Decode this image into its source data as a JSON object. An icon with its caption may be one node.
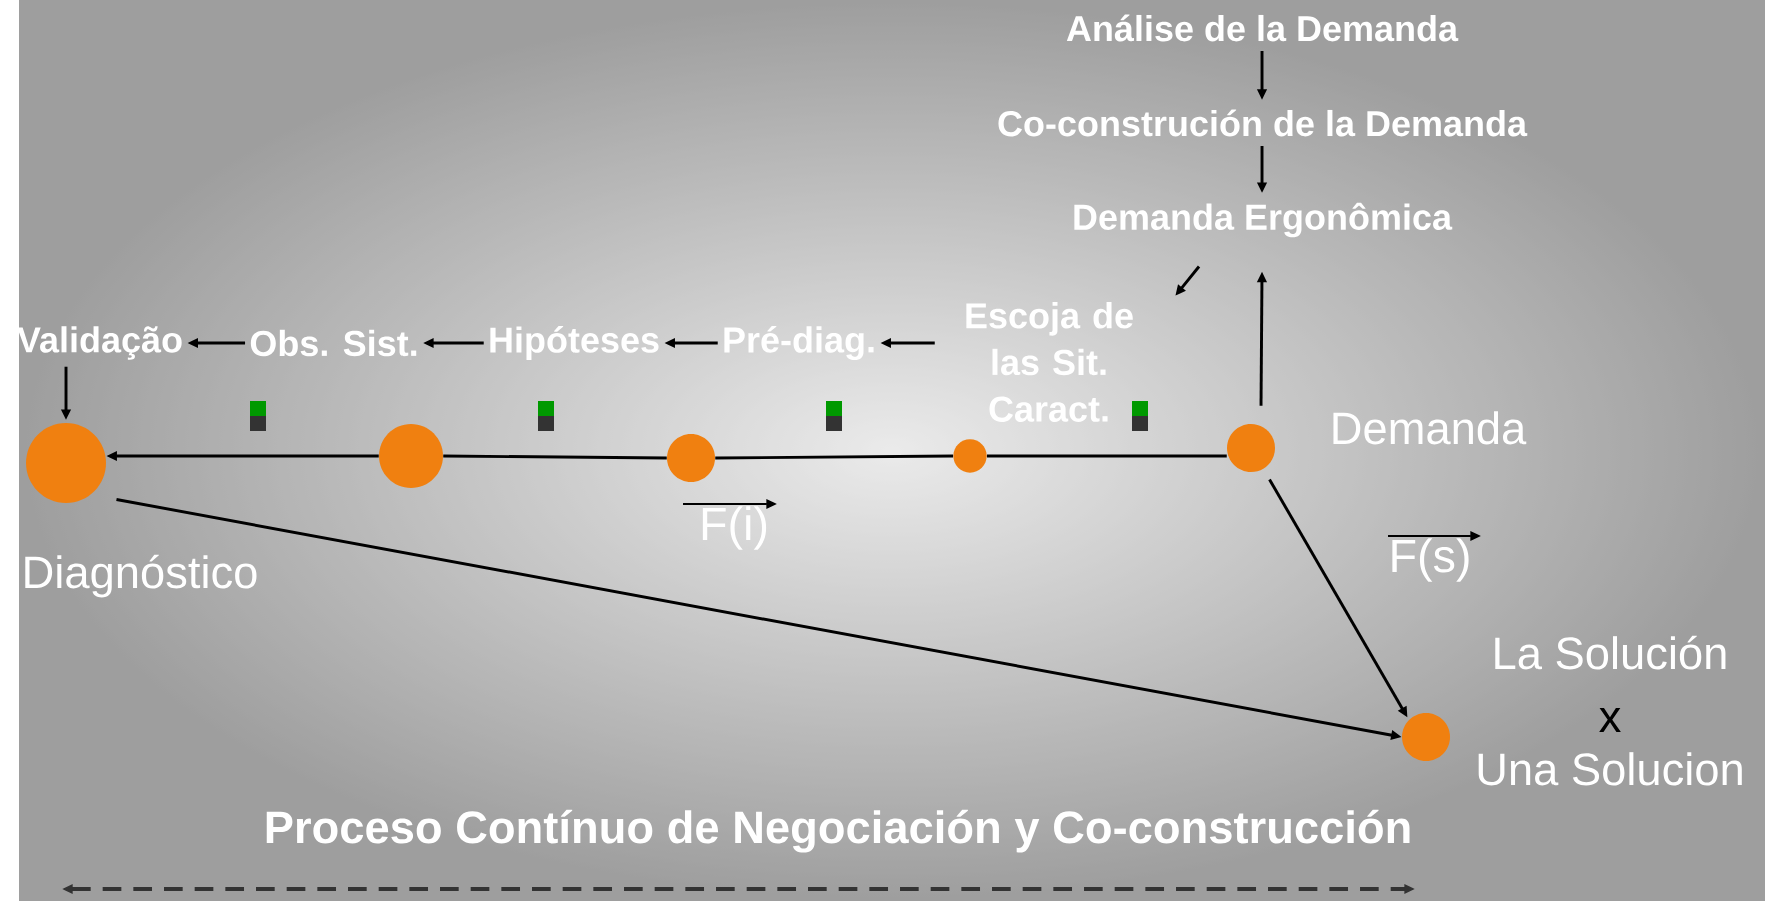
{
  "diagram": {
    "nodes": [
      {
        "text": [
          "Análise de la Demanda"
        ]
      },
      {
        "text": [
          "Co-construción de la Demanda"
        ]
      },
      {
        "text": [
          "Demanda Ergonômica"
        ]
      },
      {
        "text": [
          "Escoja de las Sit. Caract."
        ]
      },
      {
        "text": [
          "Pré-diag."
        ]
      },
      {
        "text": [
          "Hipóteses"
        ]
      },
      {
        "text": [
          "Obs. Sist."
        ]
      },
      {
        "text": [
          "Validação"
        ]
      },
      {
        "text": [],
        "shape": "circle",
        "beside": [
          "Diagnóstico"
        ]
      },
      {
        "text": [],
        "shape": "circle"
      },
      {
        "text": [],
        "shape": "circle"
      },
      {
        "text": [],
        "shape": "circle"
      },
      {
        "text": [],
        "shape": "circle",
        "beside": [
          "Demanda"
        ]
      },
      {
        "text": [],
        "shape": "circle",
        "beside": [
          "La Solución",
          "x",
          "Una Solucion"
        ]
      }
    ],
    "edges": [
      {
        "from": 0,
        "to": 1,
        "arrow": "to"
      },
      {
        "from": 1,
        "to": 2,
        "arrow": "to"
      },
      {
        "from": 2,
        "to": 3,
        "arrow": "to"
      },
      {
        "from": 3,
        "to": 4,
        "arrow": "to"
      },
      {
        "from": 4,
        "to": 5,
        "arrow": "to"
      },
      {
        "from": 5,
        "to": 6,
        "arrow": "to"
      },
      {
        "from": 6,
        "to": 7,
        "arrow": "to"
      },
      {
        "from": 7,
        "to": 8,
        "arrow": "to"
      },
      {
        "from": 12,
        "to": 2,
        "arrow": "to"
      },
      {
        "from": 12,
        "to": 11,
        "arrow": "none"
      },
      {
        "from": 11,
        "to": 10,
        "arrow": "none"
      },
      {
        "from": 10,
        "to": 9,
        "arrow": "none"
      },
      {
        "from": 9,
        "to": 8,
        "arrow": "to"
      },
      {
        "from": 8,
        "to": 13,
        "arrow": "to"
      },
      {
        "from": 12,
        "to": 13,
        "arrow": "to"
      }
    ],
    "labels": [
      "F(i)",
      "F(s)",
      "Proceso Contínuo de Negociación y Co-construcción"
    ]
  }
}
